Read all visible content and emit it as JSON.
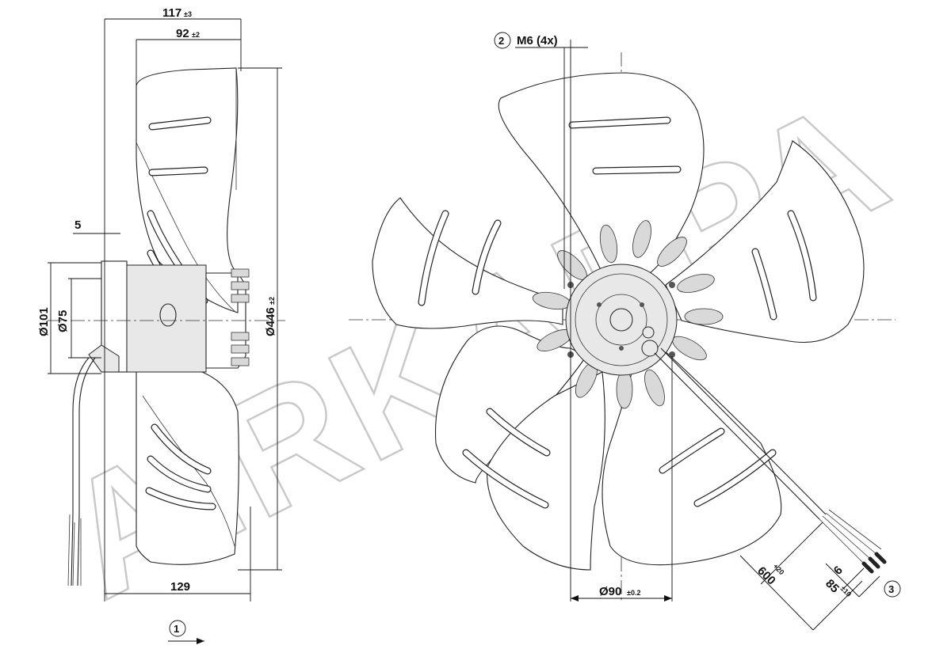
{
  "drawing": {
    "watermark": "AIRKAPPA",
    "side_view": {
      "dim_overall_depth": "117",
      "dim_overall_depth_tol": "±3",
      "dim_blade_depth": "92",
      "dim_blade_depth_tol": "±2",
      "dim_flange": "5",
      "dim_d101": "Ø101",
      "dim_d75": "Ø75",
      "dim_d446": "Ø446",
      "dim_d446_tol": "±2",
      "dim_bottom": "129",
      "callout_1": "1"
    },
    "front_view": {
      "callout_2": "2",
      "thread_label": "M6 (4x)",
      "dim_hub": "Ø90",
      "dim_hub_tol": "±0.2",
      "dim_cable_length": "600",
      "dim_cable_length_tol": "+20",
      "dim_strip_length": "85",
      "dim_strip_length_tol": "±10",
      "dim_wire_end": "6",
      "callout_3": "3"
    }
  }
}
